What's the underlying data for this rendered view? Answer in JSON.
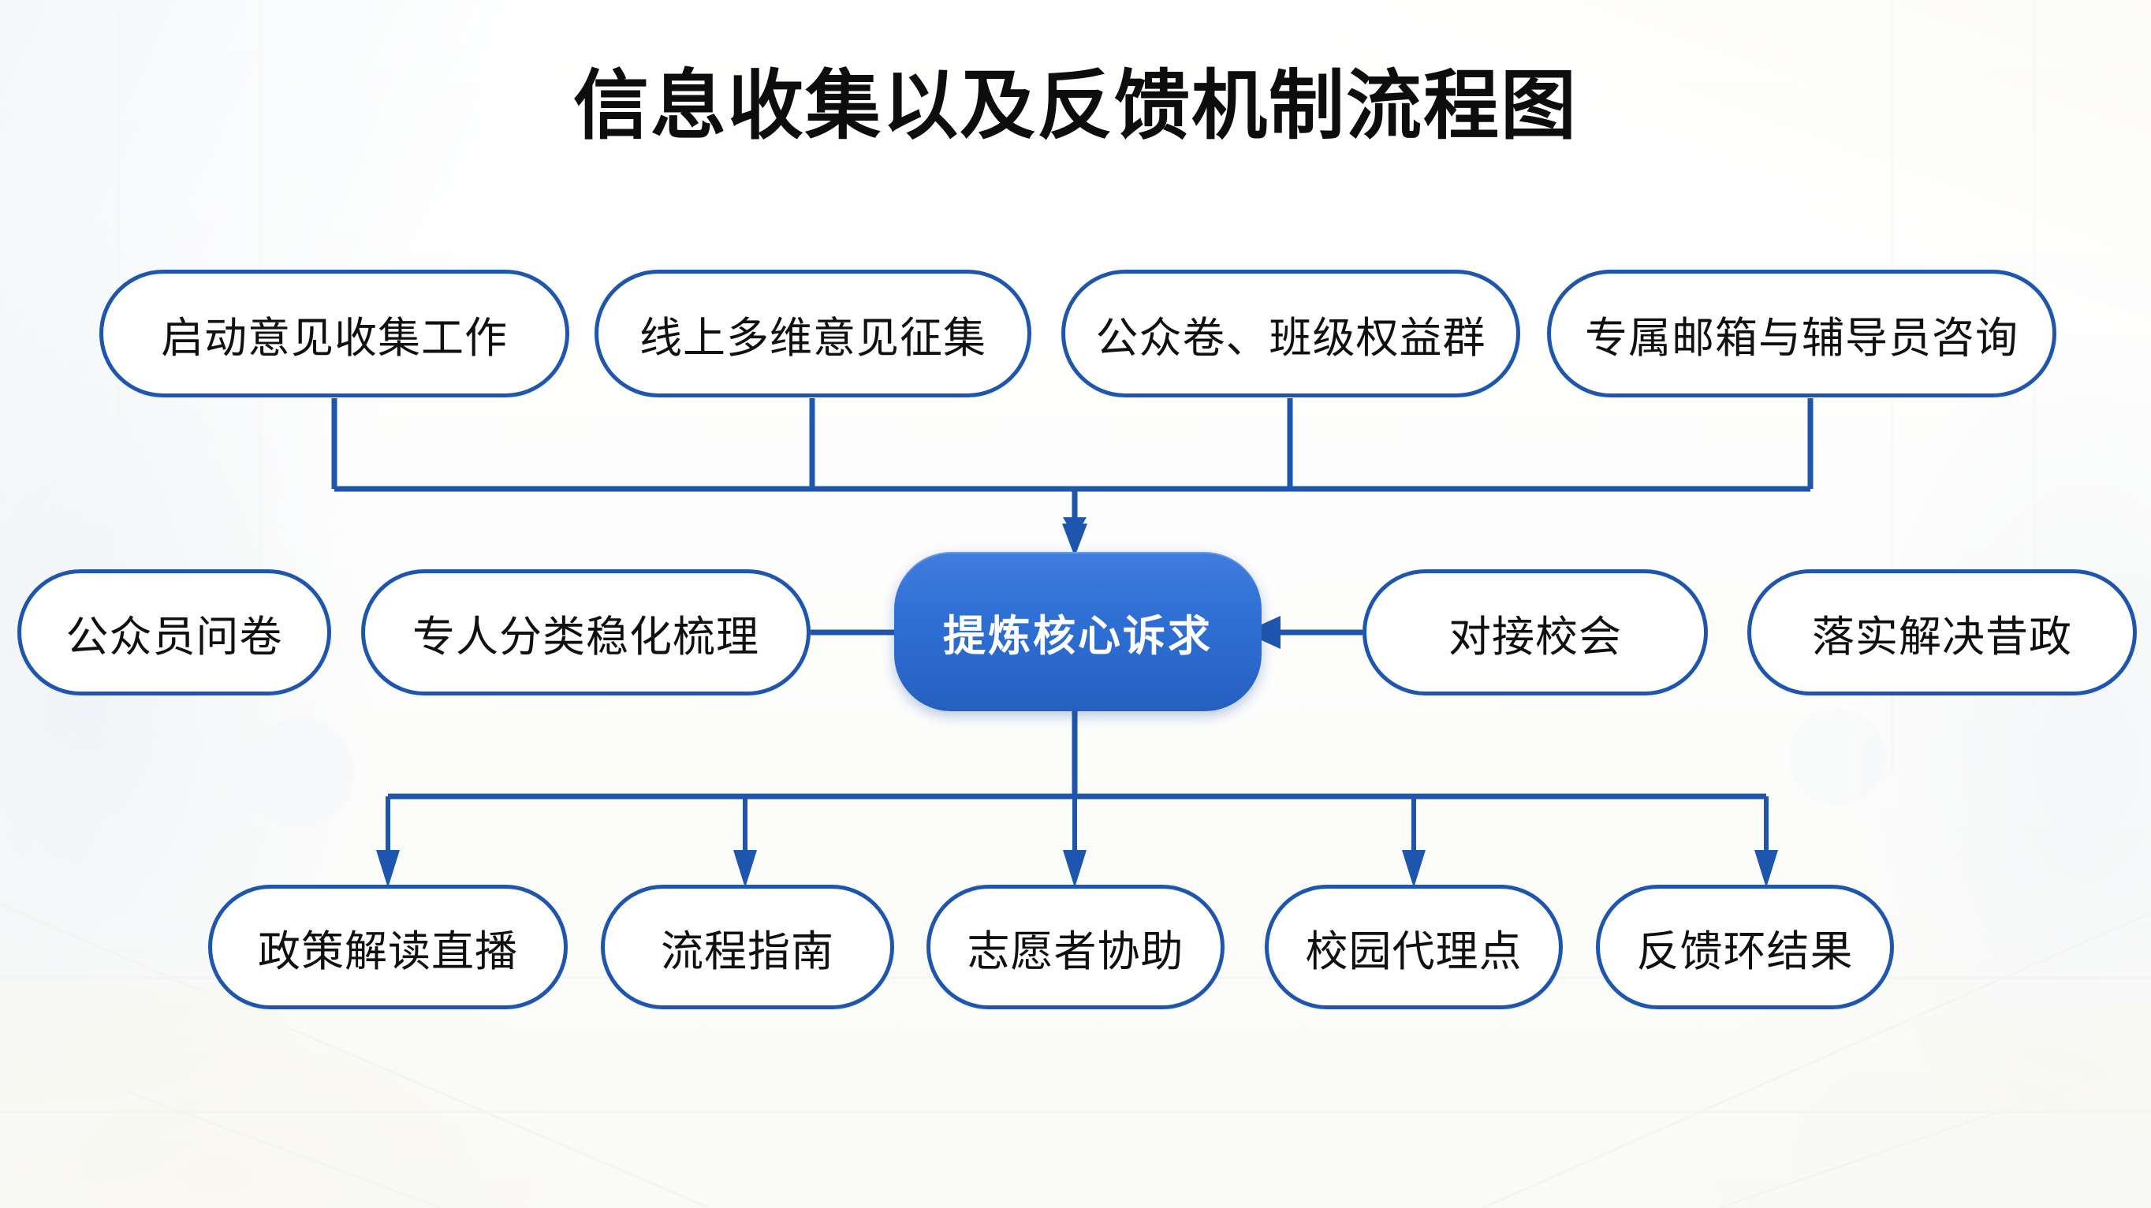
{
  "page": {
    "title": "信息收集以及反馈机制流程图",
    "accent_color": "#1f56ad",
    "core_color": "#2f6fd4",
    "node_text_color": "#101010",
    "background_color": "#fdfdfc"
  },
  "chart_data": {
    "type": "diagram",
    "title": "信息收集以及反馈机制流程图",
    "layout": "flowchart",
    "rows": [
      "sources",
      "core",
      "outputs"
    ],
    "nodes": [
      {
        "id": "n1",
        "label": "启动意见收集工作",
        "row": "sources",
        "style": "outline"
      },
      {
        "id": "n2",
        "label": "线上多维意见征集",
        "row": "sources",
        "style": "outline"
      },
      {
        "id": "n3",
        "label": "公众卷、班级权益群",
        "row": "sources",
        "style": "outline"
      },
      {
        "id": "n4",
        "label": "专属邮箱与辅导员咨询",
        "row": "sources",
        "style": "outline"
      },
      {
        "id": "n5",
        "label": "公众员问卷",
        "row": "middle-left",
        "style": "outline"
      },
      {
        "id": "n6",
        "label": "专人分类稳化梳理",
        "row": "middle-left",
        "style": "outline"
      },
      {
        "id": "core",
        "label": "提炼核心诉求",
        "row": "core",
        "style": "filled"
      },
      {
        "id": "n7",
        "label": "对接校会",
        "row": "middle-right",
        "style": "outline"
      },
      {
        "id": "n8",
        "label": "落实解决昔政",
        "row": "middle-right",
        "style": "outline"
      },
      {
        "id": "n9",
        "label": "政策解读直播",
        "row": "outputs",
        "style": "outline"
      },
      {
        "id": "n10",
        "label": "流程指南",
        "row": "outputs",
        "style": "outline"
      },
      {
        "id": "n11",
        "label": "志愿者协助",
        "row": "outputs",
        "style": "outline"
      },
      {
        "id": "n12",
        "label": "校园代理点",
        "row": "outputs",
        "style": "outline"
      },
      {
        "id": "n13",
        "label": "反馈环结果",
        "row": "outputs",
        "style": "outline"
      }
    ],
    "edges": [
      {
        "from": "n1",
        "to": "core",
        "type": "bus-down",
        "arrow": true
      },
      {
        "from": "n2",
        "to": "core",
        "type": "bus-down",
        "arrow": true
      },
      {
        "from": "n3",
        "to": "core",
        "type": "bus-down",
        "arrow": true
      },
      {
        "from": "n4",
        "to": "core",
        "type": "bus-down",
        "arrow": true
      },
      {
        "from": "n6",
        "to": "core",
        "type": "horizontal-right",
        "arrow": true
      },
      {
        "from": "n7",
        "to": "core",
        "type": "horizontal-left",
        "arrow": true
      },
      {
        "from": "core",
        "to": "n9",
        "type": "bus-down",
        "arrow": true
      },
      {
        "from": "core",
        "to": "n10",
        "type": "bus-down",
        "arrow": true
      },
      {
        "from": "core",
        "to": "n11",
        "type": "bus-down",
        "arrow": true
      },
      {
        "from": "core",
        "to": "n12",
        "type": "bus-down",
        "arrow": true
      },
      {
        "from": "core",
        "to": "n13",
        "type": "bus-down",
        "arrow": true
      }
    ]
  }
}
